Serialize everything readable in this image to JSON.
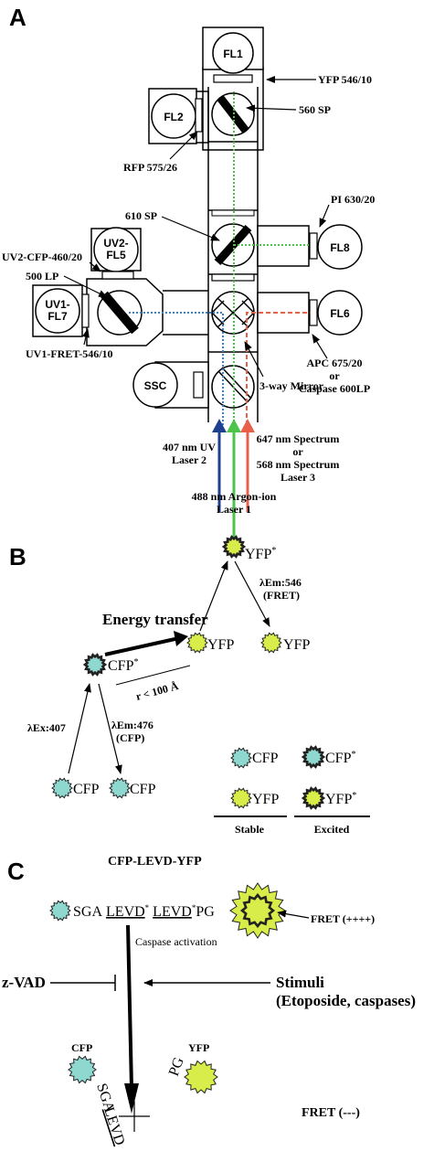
{
  "panels": {
    "a": "A",
    "b": "B",
    "c": "C"
  },
  "panel_a": {
    "detectors": {
      "fl1": "FL1",
      "fl2": "FL2",
      "fl8": "FL8",
      "fl6": "FL6",
      "uv2_line1": "UV2-",
      "uv2_line2": "FL5",
      "uv1_line1": "UV1-",
      "uv1_line2": "FL7",
      "ssc": "SSC"
    },
    "filters": {
      "yfp": "YFP 546/10",
      "sp560": "560 SP",
      "rfp": "RFP 575/26",
      "sp610": "610 SP",
      "pi": "PI 630/20",
      "uv2_cfp": "UV2-CFP-460/20",
      "lp500": "500 LP",
      "uv1_fret": "UV1-FRET-546/10",
      "apc_line1": "APC 675/20",
      "apc_line2": "or",
      "apc_line3": "Caspase 600LP",
      "mirror": "3-way Mirror"
    },
    "lasers": {
      "uv_line1": "407 nm UV",
      "uv_line2": "Laser 2",
      "spec_line1": "647 nm Spectrum",
      "spec_line2": "or",
      "spec_line3": "568 nm Spectrum",
      "spec_line4": "Laser 3",
      "argon_line1": "488 nm Argon-ion",
      "argon_line2": "Laser 1"
    },
    "colors": {
      "blue": "#3a7fd0",
      "green": "#4cc44c",
      "red": "#e8604a",
      "laser_blue": "#1f3f8f"
    }
  },
  "panel_b": {
    "yfp_excited": "YFP",
    "star": "*",
    "em546_line1": "λEm:546",
    "em546_line2": "(FRET)",
    "energy_transfer": "Energy transfer",
    "yfp": "YFP",
    "cfp_excited": "CFP",
    "distance": "r < 100 Å",
    "ex407": "λEx:407",
    "em476_line1": "λEm:476",
    "em476_line2": "(CFP)",
    "cfp": "CFP",
    "legend_stable": "Stable",
    "legend_excited": "Excited",
    "colors": {
      "cfp_fill": "#8fd8d0",
      "yfp_fill": "#d8ec4a"
    }
  },
  "panel_c": {
    "title": "CFP-LEVD-YFP",
    "seq_sga": "SGA",
    "seq_levd": "LEVD",
    "seq_pg": "PG",
    "star": "*",
    "fret_high": "FRET (++++)",
    "caspase_activation": "Caspase activation",
    "zvad": "z-VAD",
    "stimuli_line1": "Stimuli",
    "stimuli_line2": "(Etoposide, caspases)",
    "cfp": "CFP",
    "yfp": "YFP",
    "frag_sga": "SGA",
    "frag_levd": "LEVD",
    "frag_pg": "PG",
    "fret_low": "FRET (---)"
  }
}
